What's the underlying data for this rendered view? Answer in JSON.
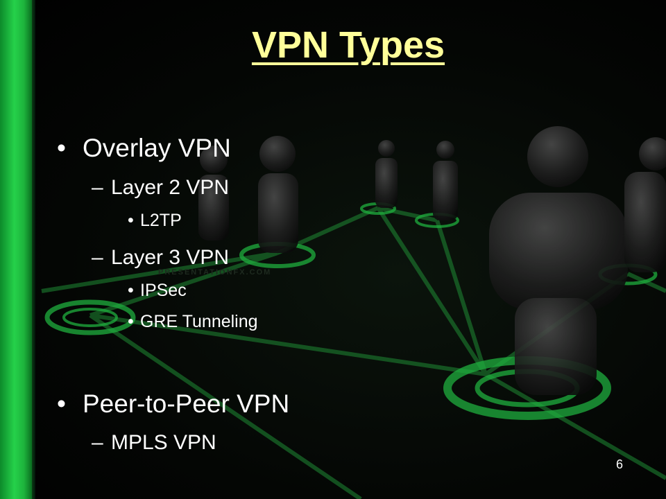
{
  "slide": {
    "title": "VPN Types",
    "watermark": "PRESENTATIONFX.COM",
    "page_number": "6",
    "bullets": [
      {
        "marker": "•",
        "text": "Overlay VPN"
      },
      {
        "marker": "–",
        "text": "Layer 2 VPN"
      },
      {
        "marker": "•",
        "text": "L2TP"
      },
      {
        "marker": "–",
        "text": "Layer 3 VPN"
      },
      {
        "marker": "•",
        "text": "IPSec"
      },
      {
        "marker": "•",
        "text": "GRE Tunneling"
      },
      {
        "marker": "•",
        "text": "Peer-to-Peer VPN"
      },
      {
        "marker": "–",
        "text": "MPLS VPN"
      }
    ]
  },
  "colors": {
    "title": "#ffff99",
    "text": "#ffffff",
    "accent_green": "#25d14a",
    "background": "#000000"
  }
}
